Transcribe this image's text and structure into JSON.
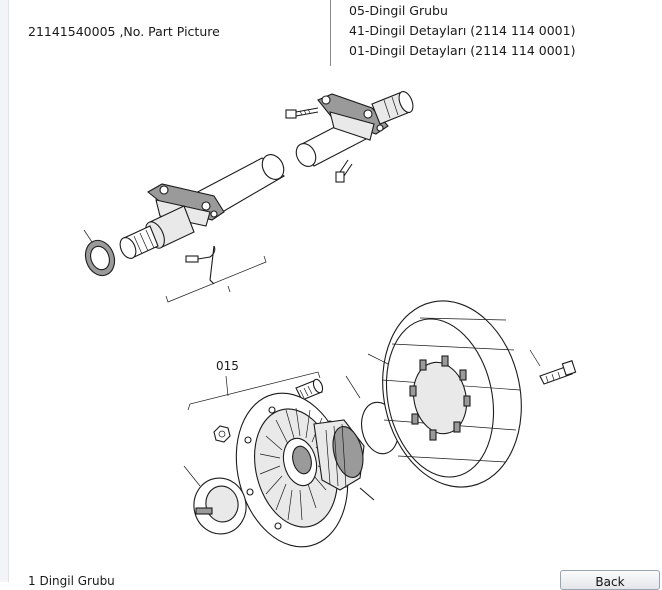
{
  "part": {
    "title": "21141540005 ,No. Part Picture"
  },
  "hierarchy": [
    "05-Dingil Grubu",
    "41-Dingil Detayları (2114 114 0001)",
    "01-Dingil Detayları (2114 114 0001)"
  ],
  "diagram": {
    "callout_label": "015"
  },
  "footer": {
    "text": "1 Dingil Grubu",
    "back_label": "Back"
  },
  "colors": {
    "background": "#ffffff",
    "line": "#1c1c1c",
    "button_border": "#9aa3b0"
  }
}
